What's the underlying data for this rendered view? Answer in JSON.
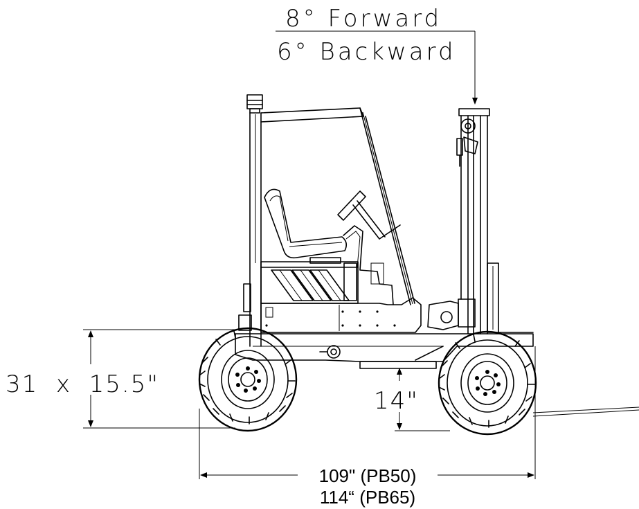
{
  "labels": {
    "tilt_forward": "8° Forward",
    "tilt_backward": "6° Backward",
    "tire_size": "31  x  15.5\"",
    "ground_clearance": "14\"",
    "length_pb50": "109\" (PB50)",
    "length_pb65": "114“ (PB65)"
  },
  "colors": {
    "line": "#000000",
    "background": "#ffffff"
  }
}
